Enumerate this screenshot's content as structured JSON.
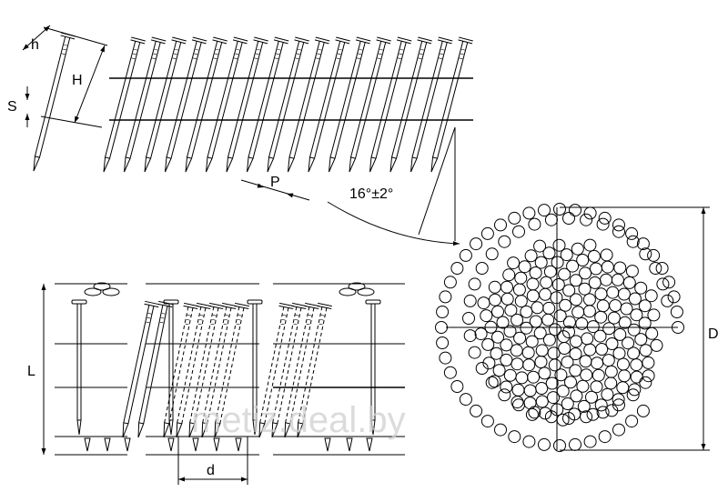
{
  "labels": {
    "head_height": "h",
    "nail_height": "H",
    "shank": "S",
    "pitch": "P",
    "angle": "16°±2°",
    "length": "L",
    "diameter": "d",
    "coil_diameter": "D"
  },
  "watermark": "metiz.deal.by",
  "colors": {
    "line": "#000000",
    "watermark": "#cfcfcf"
  }
}
